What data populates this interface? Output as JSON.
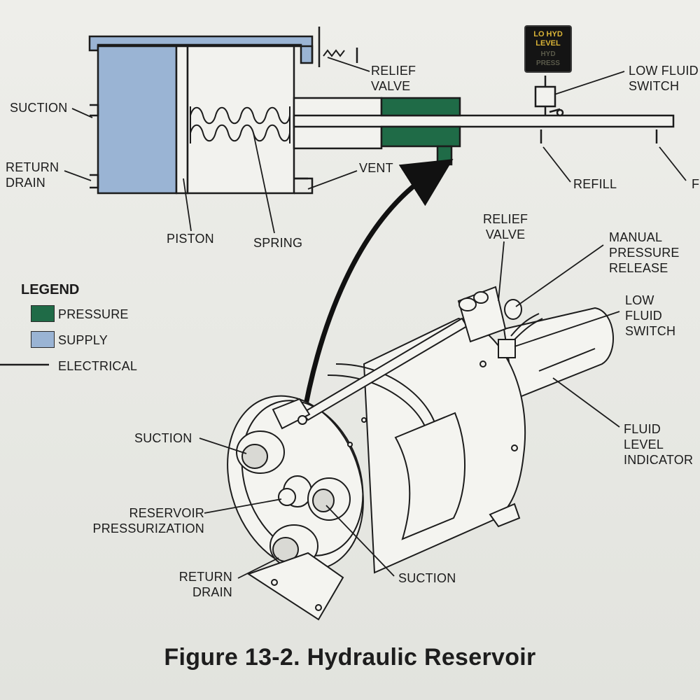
{
  "colors": {
    "pressure": "#1f6b47",
    "supply": "#9ab4d4",
    "line": "#1c1c1c",
    "paper": "#e9e9e4"
  },
  "schematic": {
    "suction": "SUCTION",
    "return_drain": "RETURN\nDRAIN",
    "piston": "PISTON",
    "spring": "SPRING",
    "relief_valve": "RELIEF\nVALVE",
    "vent": "VENT",
    "refill": "REFILL",
    "cut_label": "F",
    "low_fluid_switch": "LOW FLUID\nSWITCH",
    "annunciator": {
      "line1": "LO HYD\nLEVEL",
      "line2": "HYD\nPRESS"
    }
  },
  "legend": {
    "title": "LEGEND",
    "items": [
      {
        "label": "PRESSURE",
        "type": "swatch",
        "color": "#1f6b47"
      },
      {
        "label": "SUPPLY",
        "type": "swatch",
        "color": "#9ab4d4"
      },
      {
        "label": "ELECTRICAL",
        "type": "line",
        "color": "#1c1c1c"
      }
    ]
  },
  "drawing": {
    "relief_valve": "RELIEF\nVALVE",
    "manual_pressure_release": "MANUAL\nPRESSURE\nRELEASE",
    "low_fluid_switch": "LOW\nFLUID\nSWITCH",
    "fluid_level_indicator": "FLUID\nLEVEL\nINDICATOR",
    "suction_left": "SUCTION",
    "reservoir_pressurization": "RESERVOIR\nPRESSURIZATION",
    "suction_bottom": "SUCTION",
    "return_drain": "RETURN\nDRAIN"
  },
  "caption": "Figure 13-2.  Hydraulic Reservoir"
}
